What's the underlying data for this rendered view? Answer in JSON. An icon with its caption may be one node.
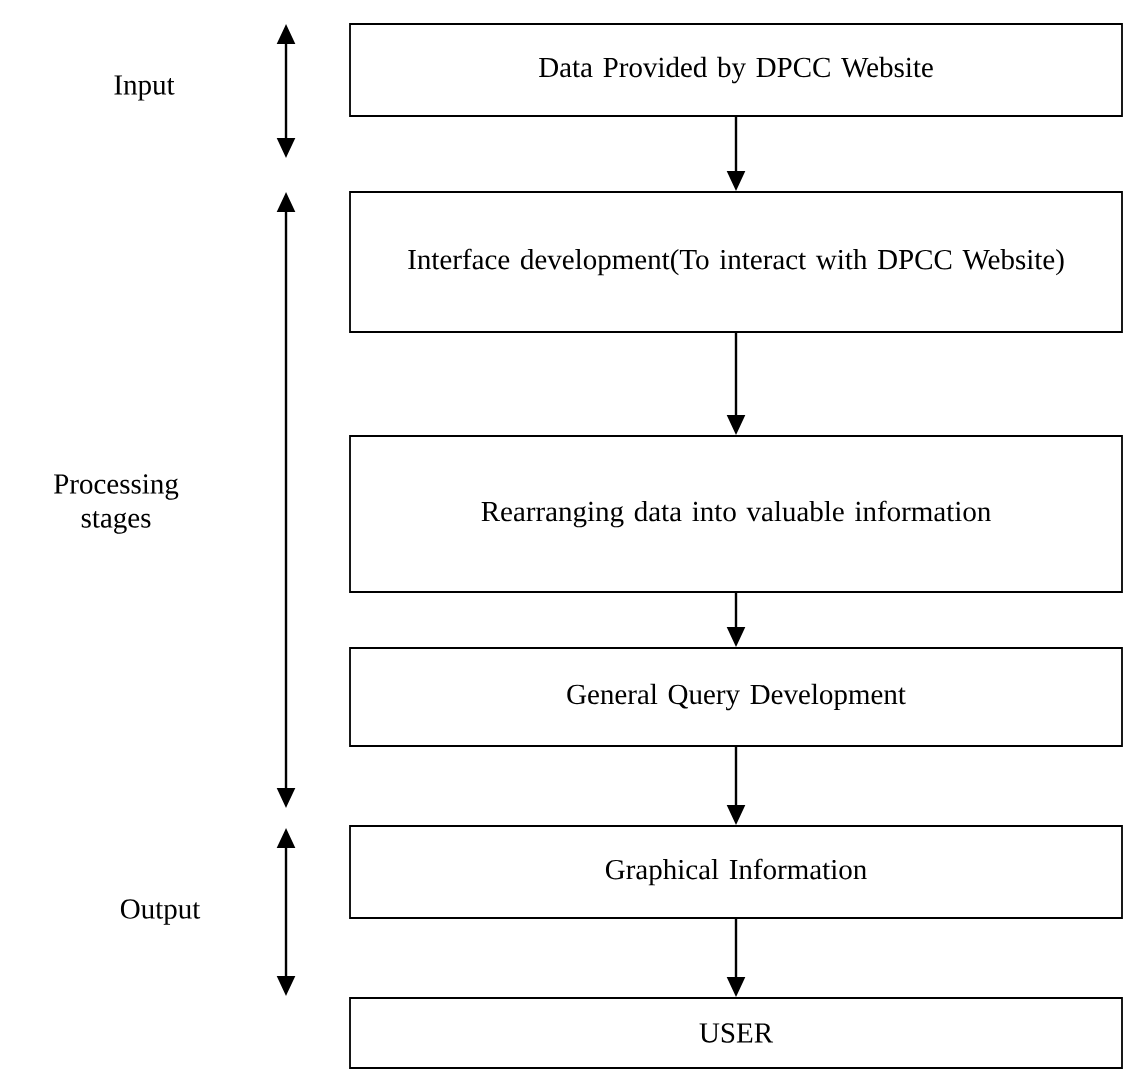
{
  "diagram": {
    "nodes": [
      {
        "text": [
          "Data Provided by DPCC Website"
        ]
      },
      {
        "text": [
          "Interface development(To interact with DPCC Website)"
        ]
      },
      {
        "text": [
          "Rearranging data into valuable information"
        ]
      },
      {
        "text": [
          "General Query Development"
        ]
      },
      {
        "text": [
          "Graphical Information"
        ]
      },
      {
        "text": [
          "USER"
        ]
      }
    ],
    "edges": [
      {
        "from": 0,
        "to": 1,
        "arrow": "to"
      },
      {
        "from": 1,
        "to": 2,
        "arrow": "to"
      },
      {
        "from": 2,
        "to": 3,
        "arrow": "to"
      },
      {
        "from": 3,
        "to": 4,
        "arrow": "to"
      },
      {
        "from": 4,
        "to": 5,
        "arrow": "to"
      }
    ],
    "labels": [
      "Input",
      "Processing stages",
      "Output"
    ]
  }
}
